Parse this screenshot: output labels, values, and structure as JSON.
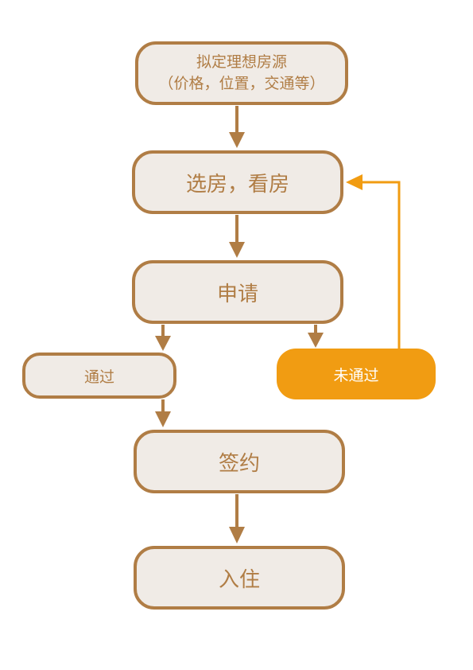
{
  "nodes": {
    "define": {
      "line1": "拟定理想房源",
      "line2": "（价格，位置，交通等）"
    },
    "select": {
      "label": "选房，看房"
    },
    "apply": {
      "label": "申请"
    },
    "pass": {
      "label": "通过"
    },
    "fail": {
      "label": "未通过"
    },
    "sign": {
      "label": "签约"
    },
    "movein": {
      "label": "入住"
    }
  },
  "colors": {
    "box_fill": "#f0ebe6",
    "box_border": "#b07d45",
    "text": "#b07d45",
    "fail_fill": "#f19c12",
    "fail_text": "#ffffff",
    "arrow": "#b07d45",
    "loop_arrow": "#f19c12"
  },
  "edges": [
    {
      "from": "define",
      "to": "select"
    },
    {
      "from": "select",
      "to": "apply"
    },
    {
      "from": "apply",
      "to": "pass"
    },
    {
      "from": "apply",
      "to": "fail"
    },
    {
      "from": "pass",
      "to": "sign"
    },
    {
      "from": "fail",
      "to": "select",
      "style": "loop-back"
    },
    {
      "from": "sign",
      "to": "movein"
    }
  ]
}
